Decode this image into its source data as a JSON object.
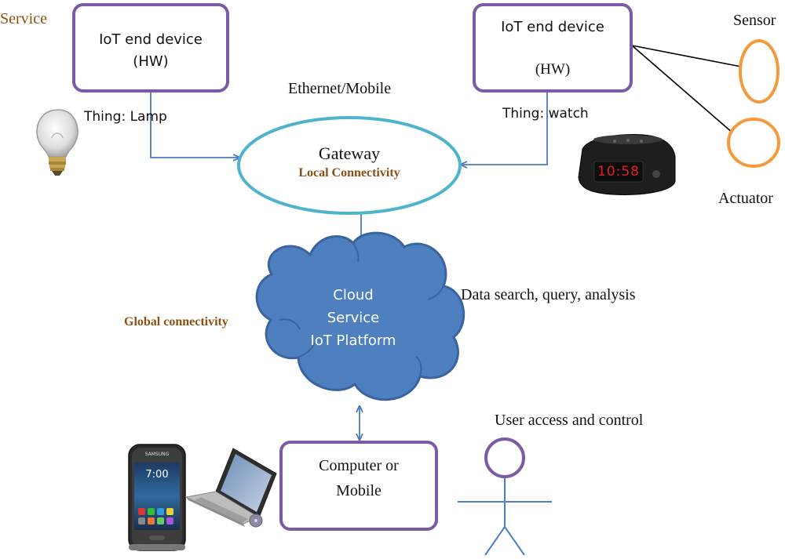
{
  "service_label": "Service",
  "device_left": {
    "line1": "IoT end device",
    "line2": "(HW)"
  },
  "device_right": {
    "line1": "IoT end device",
    "line2": "(HW)"
  },
  "sensor_label": "Sensor",
  "actuator_label": "Actuator",
  "ethernet_label": "Ethernet/Mobile",
  "thing_lamp_label": "Thing: Lamp",
  "thing_watch_label": "Thing: watch",
  "gateway": {
    "title": "Gateway",
    "subtitle": "Local Connectivity"
  },
  "clock_display": "10:58",
  "cloud": {
    "line1": "Cloud",
    "line2": "Service",
    "line3": "IoT Platform"
  },
  "global_connectivity_label": "Global connectivity",
  "data_search_label": "Data search, query, analysis",
  "user_access_label": "User access and control",
  "computer_box": {
    "line1": "Computer or",
    "line2": "Mobile"
  },
  "phone_brand": "SAMSUNG",
  "phone_time": "7:00",
  "colors": {
    "box_border": "#7d5aa6",
    "arrow": "#4a7ab8",
    "gateway_border": "#4fb3cc",
    "cloud_fill": "#4e7fbf",
    "cloud_border": "#3a64a0",
    "brown_text": "#8b4f12",
    "orange_circles": "#f39a3d",
    "stick_figure_body": "#4f7fc0",
    "clock_digits": "#e02020"
  }
}
